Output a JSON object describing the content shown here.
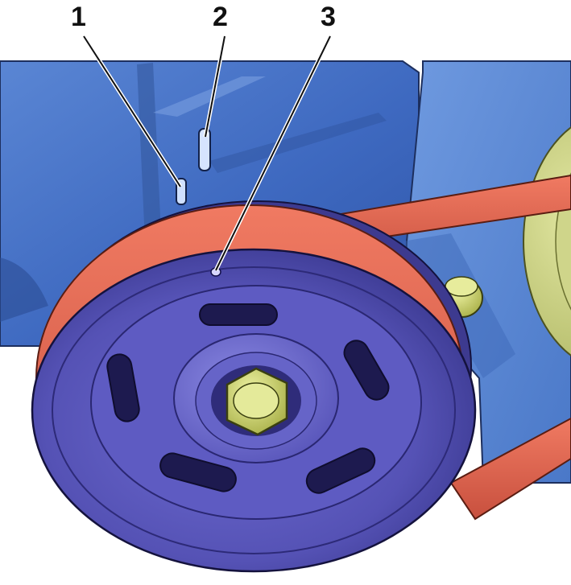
{
  "callouts": [
    {
      "label": "1"
    },
    {
      "label": "2"
    },
    {
      "label": "3"
    }
  ],
  "colors": {
    "engine_block": "#3f6ec6",
    "pulley": "#5a57b8",
    "belt": "#e06a55",
    "bolt": "#c9d46a",
    "alternator": "#c7cf7a"
  }
}
